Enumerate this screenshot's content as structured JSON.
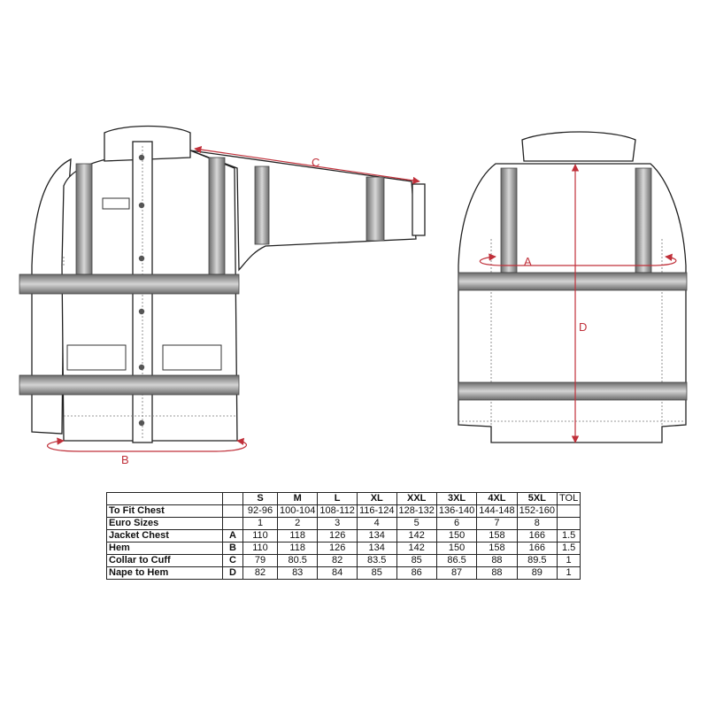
{
  "labels": {
    "a": "A",
    "b": "B",
    "c": "C",
    "d": "D"
  },
  "colors": {
    "measure": "#c0303a",
    "tape": "#8a8a8a",
    "outline": "#222222"
  },
  "table": {
    "headers": [
      "",
      "",
      "S",
      "M",
      "L",
      "XL",
      "XXL",
      "3XL",
      "4XL",
      "5XL",
      "TOL"
    ],
    "rows": [
      {
        "label": "To Fit Chest",
        "code": "",
        "values": [
          "92-96",
          "100-104",
          "108-112",
          "116-124",
          "128-132",
          "136-140",
          "144-148",
          "152-160"
        ],
        "tol": ""
      },
      {
        "label": "Euro Sizes",
        "code": "",
        "values": [
          "1",
          "2",
          "3",
          "4",
          "5",
          "6",
          "7",
          "8"
        ],
        "tol": ""
      },
      {
        "label": "Jacket Chest",
        "code": "A",
        "values": [
          "110",
          "118",
          "126",
          "134",
          "142",
          "150",
          "158",
          "166"
        ],
        "tol": "1.5"
      },
      {
        "label": "Hem",
        "code": "B",
        "values": [
          "110",
          "118",
          "126",
          "134",
          "142",
          "150",
          "158",
          "166"
        ],
        "tol": "1.5"
      },
      {
        "label": "Collar to Cuff",
        "code": "C",
        "values": [
          "79",
          "80.5",
          "82",
          "83.5",
          "85",
          "86.5",
          "88",
          "89.5"
        ],
        "tol": "1"
      },
      {
        "label": "Nape to Hem",
        "code": "D",
        "values": [
          "82",
          "83",
          "84",
          "85",
          "86",
          "87",
          "88",
          "89"
        ],
        "tol": "1"
      }
    ]
  }
}
